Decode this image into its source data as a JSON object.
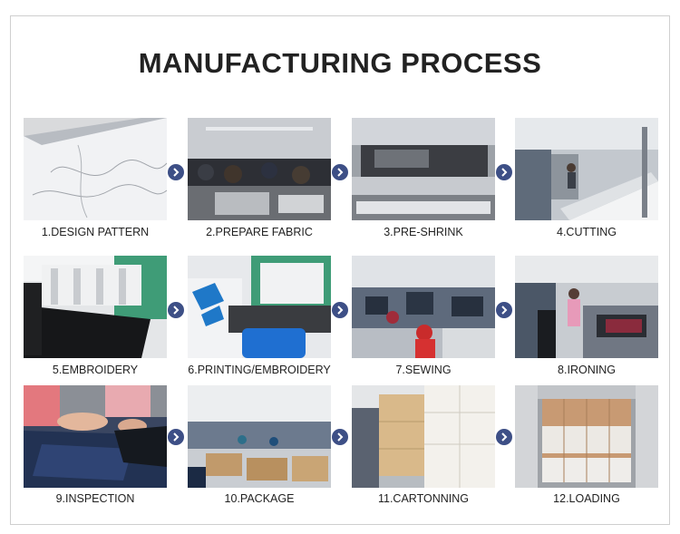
{
  "title": "MANUFACTURING PROCESS",
  "steps": [
    {
      "label": "1.DESIGN PATTERN"
    },
    {
      "label": "2.PREPARE FABRIC"
    },
    {
      "label": "3.PRE-SHRINK"
    },
    {
      "label": "4.CUTTING"
    },
    {
      "label": "5.EMBROIDERY"
    },
    {
      "label": "6.PRINTING/EMBROIDERY"
    },
    {
      "label": "7.SEWING"
    },
    {
      "label": "8.IRONING"
    },
    {
      "label": "9.INSPECTION"
    },
    {
      "label": "10.PACKAGE"
    },
    {
      "label": "11.CARTONNING"
    },
    {
      "label": "12.LOADING"
    }
  ],
  "colors": {
    "arrow": "#3d4f86",
    "title": "#222222"
  },
  "icons": {
    "arrow": "chevron-right-icon"
  }
}
